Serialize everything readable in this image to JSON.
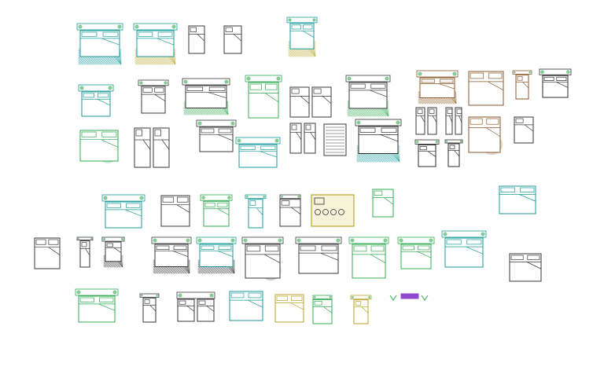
{
  "palette": {
    "outline": "#3a3a3a",
    "teal": "#1a9a9a",
    "green": "#2fa84f",
    "olive": "#b8a52a",
    "brown": "#8a5a2a",
    "purple": "#8e4bd1",
    "red": "#d23c3c",
    "dark": "#2b2b2b",
    "blue": "#1f56c9"
  },
  "blocks": [
    {
      "kind": "double-bed",
      "color": "teal",
      "rug": "teal",
      "nightstands": true
    },
    {
      "kind": "double-bed",
      "color": "teal",
      "rug": "olive",
      "nightstands": true
    },
    {
      "kind": "double-bed",
      "color": "outline"
    },
    {
      "kind": "single-bed",
      "color": "outline"
    },
    {
      "kind": "double-bed",
      "color": "teal",
      "rug": "olive",
      "nightstands": true
    },
    {
      "kind": "double-bed",
      "color": "teal",
      "nightstands": true
    },
    {
      "kind": "double-bed",
      "color": "outline",
      "nightstands": true
    },
    {
      "kind": "double-bed",
      "color": "outline",
      "rug": "green",
      "nightstands": true
    },
    {
      "kind": "double-bed",
      "color": "green",
      "nightstands": true
    },
    {
      "kind": "twin-beds",
      "color": "outline"
    },
    {
      "kind": "double-bed",
      "color": "outline",
      "rug": "green",
      "nightstands": true
    },
    {
      "kind": "twin-beds",
      "color": "outline"
    },
    {
      "kind": "double-bed",
      "color": "brown",
      "rug": "brown",
      "nightstands": true
    },
    {
      "kind": "single-bed",
      "color": "brown"
    },
    {
      "kind": "double-bed",
      "color": "brown",
      "nightstands": true
    },
    {
      "kind": "double-bed",
      "color": "dark",
      "nightstands": true
    },
    {
      "kind": "double-bed",
      "color": "green",
      "round-rug": true
    },
    {
      "kind": "twin-beds",
      "color": "outline"
    },
    {
      "kind": "double-bed",
      "color": "outline",
      "nightstands": true
    },
    {
      "kind": "double-bed",
      "color": "teal",
      "nightstands": true
    },
    {
      "kind": "wardrobe",
      "color": "outline"
    },
    {
      "kind": "double-bed",
      "color": "dark",
      "rug": "teal",
      "nightstands": true
    },
    {
      "kind": "twin-beds",
      "color": "outline"
    },
    {
      "kind": "twin-beds",
      "color": "outline"
    },
    {
      "kind": "double-bed",
      "color": "brown",
      "round-rug": true
    },
    {
      "kind": "single-bed",
      "color": "outline"
    },
    {
      "kind": "double-bed",
      "color": "dark",
      "nightstands": true
    },
    {
      "kind": "double-bed",
      "color": "dark",
      "nightstands": true
    },
    {
      "kind": "double-bed",
      "color": "teal",
      "nightstands": true
    },
    {
      "kind": "single-bed",
      "color": "outline"
    },
    {
      "kind": "double-bed",
      "color": "green",
      "nightstands": true
    },
    {
      "kind": "double-bed",
      "color": "teal",
      "nightstands": true
    },
    {
      "kind": "single-bed",
      "color": "outline",
      "nightstands": true
    },
    {
      "kind": "lounge-set",
      "color": "olive"
    },
    {
      "kind": "double-bed",
      "color": "green"
    },
    {
      "kind": "single-bed",
      "color": "teal"
    },
    {
      "kind": "double-bed",
      "color": "outline"
    },
    {
      "kind": "double-bed",
      "color": "outline",
      "nightstands": true
    },
    {
      "kind": "double-bed",
      "color": "outline",
      "rug": "dark",
      "nightstands": true
    },
    {
      "kind": "double-bed",
      "color": "outline",
      "rug": "dark",
      "nightstands": true
    },
    {
      "kind": "double-bed",
      "color": "teal",
      "rug": "dark",
      "nightstands": true
    },
    {
      "kind": "double-bed",
      "color": "outline",
      "round-rug": true,
      "nightstands": true
    },
    {
      "kind": "double-bed",
      "color": "outline",
      "nightstands": true
    },
    {
      "kind": "double-bed",
      "color": "green",
      "nightstands": true
    },
    {
      "kind": "double-bed",
      "color": "green",
      "nightstands": true
    },
    {
      "kind": "double-bed",
      "color": "teal",
      "nightstands": true
    },
    {
      "kind": "single-bed",
      "color": "outline"
    },
    {
      "kind": "double-bed",
      "color": "green",
      "nightstands": true
    },
    {
      "kind": "double-bed",
      "color": "outline",
      "nightstands": true
    },
    {
      "kind": "twin-beds",
      "color": "outline",
      "nightstands": true
    },
    {
      "kind": "single-bed",
      "color": "teal"
    },
    {
      "kind": "single-bed",
      "color": "olive"
    },
    {
      "kind": "single-bed",
      "color": "green",
      "nightstands": true
    },
    {
      "kind": "double-bed",
      "color": "olive",
      "nightstands": true
    },
    {
      "kind": "bench",
      "color": "purple"
    }
  ]
}
